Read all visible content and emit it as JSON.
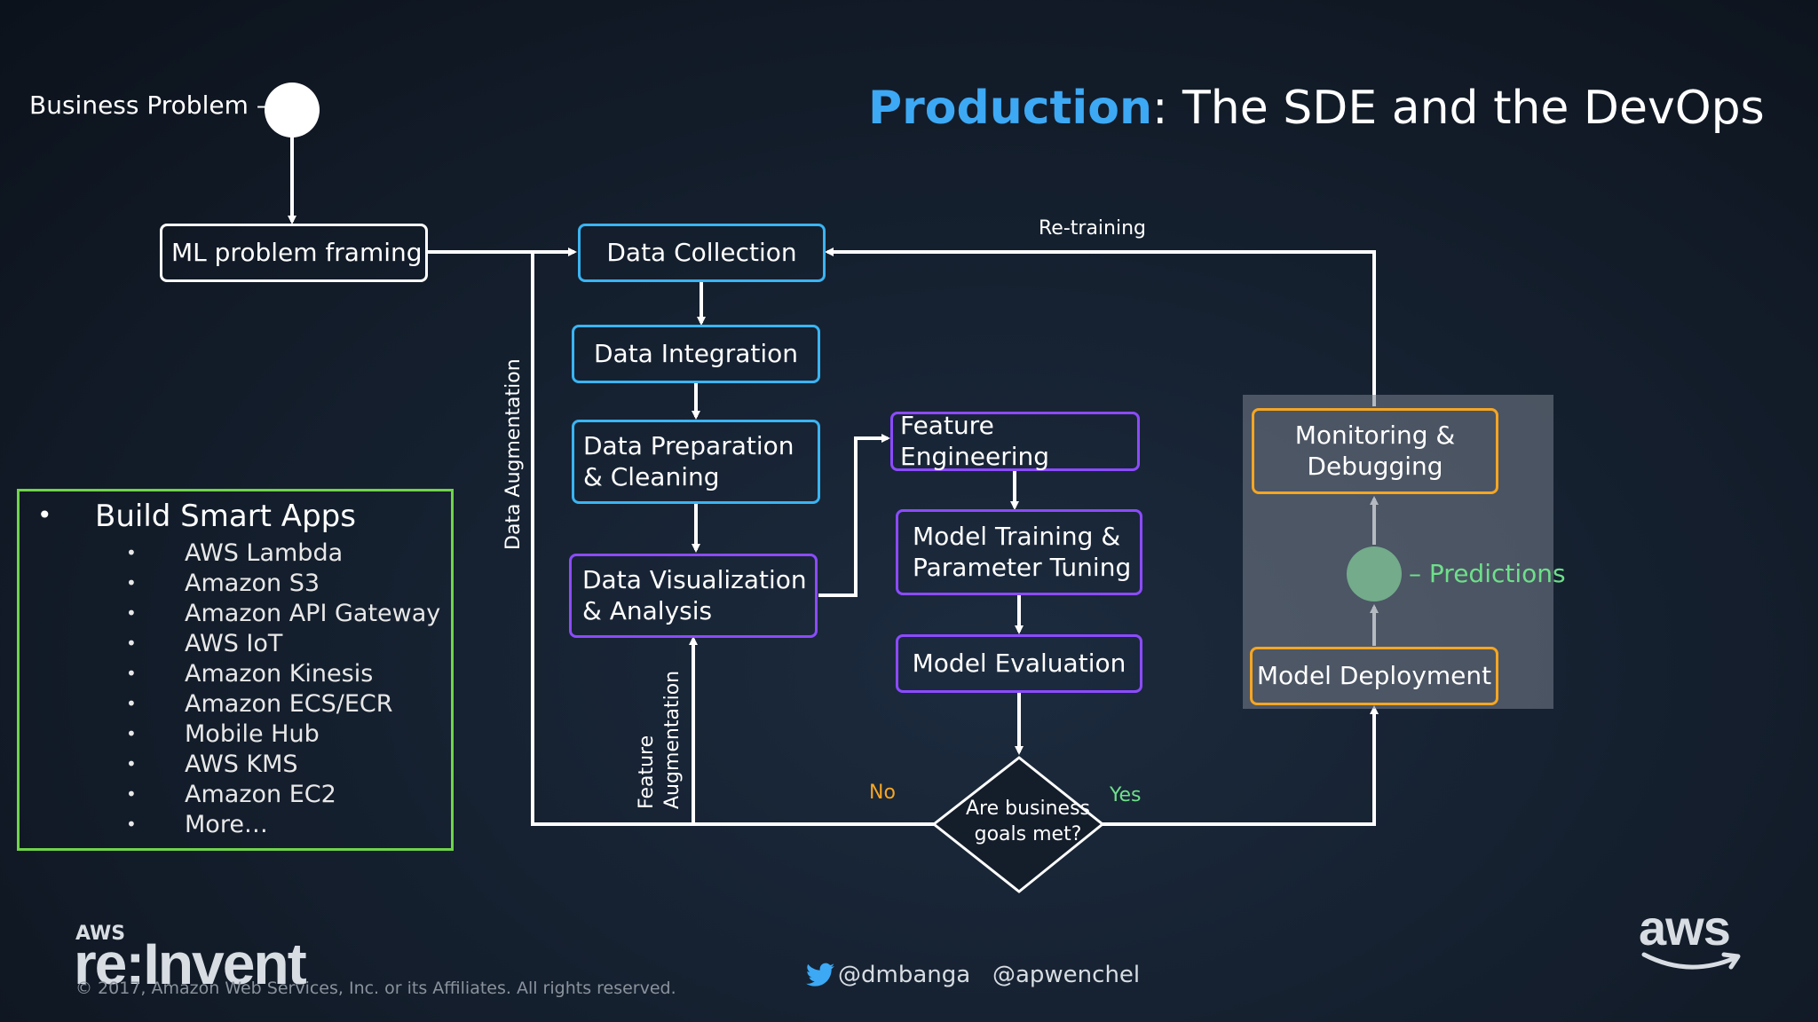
{
  "title": {
    "highlight": "Production",
    "rest": ": The SDE and the DevOps"
  },
  "business_problem": "Business Problem –",
  "nodes": {
    "ml_problem_framing": "ML problem framing",
    "data_collection": "Data Collection",
    "data_integration": "Data Integration",
    "data_preparation": "Data Preparation & Cleaning",
    "data_visualization": "Data Visualization & Analysis",
    "feature_engineering": "Feature Engineering",
    "model_training": "Model Training & Parameter Tuning",
    "model_evaluation": "Model Evaluation",
    "decision": "Are business goals met?",
    "monitoring": "Monitoring & Debugging",
    "model_deployment": "Model Deployment"
  },
  "edge_labels": {
    "retraining": "Re-training",
    "data_augmentation": "Data Augmentation",
    "feature_augmentation_1": "Feature",
    "feature_augmentation_2": "Augmentation",
    "no": "No",
    "yes": "Yes",
    "predictions": "– Predictions"
  },
  "build_smart_apps": {
    "bullet": "•",
    "title": "Build Smart Apps",
    "items": [
      "AWS Lambda",
      "Amazon S3",
      "Amazon API Gateway",
      "AWS IoT",
      "Amazon Kinesis",
      "Amazon ECS/ECR",
      "Mobile Hub",
      "AWS KMS",
      "Amazon EC2",
      "More…"
    ]
  },
  "footer": {
    "aws_small": "AWS",
    "reinvent": "re:Invent",
    "copyright": "© 2017, Amazon Web Services, Inc. or its Affiliates. All rights reserved.",
    "twitter": "@dmbanga   @apwenchel",
    "aws_logo": "aws"
  },
  "colors": {
    "title_highlight": "#3da9f5",
    "data_boxes": "#3ab4f2",
    "model_boxes": "#8c4bff",
    "ops_boxes": "#f5a623",
    "apps_border": "#6fd44a",
    "no_label": "#f5a623",
    "yes_label": "#6ee08a",
    "predictions": "#6ee08a"
  },
  "icons": [
    "twitter-bird-icon",
    "aws-smile-icon"
  ]
}
